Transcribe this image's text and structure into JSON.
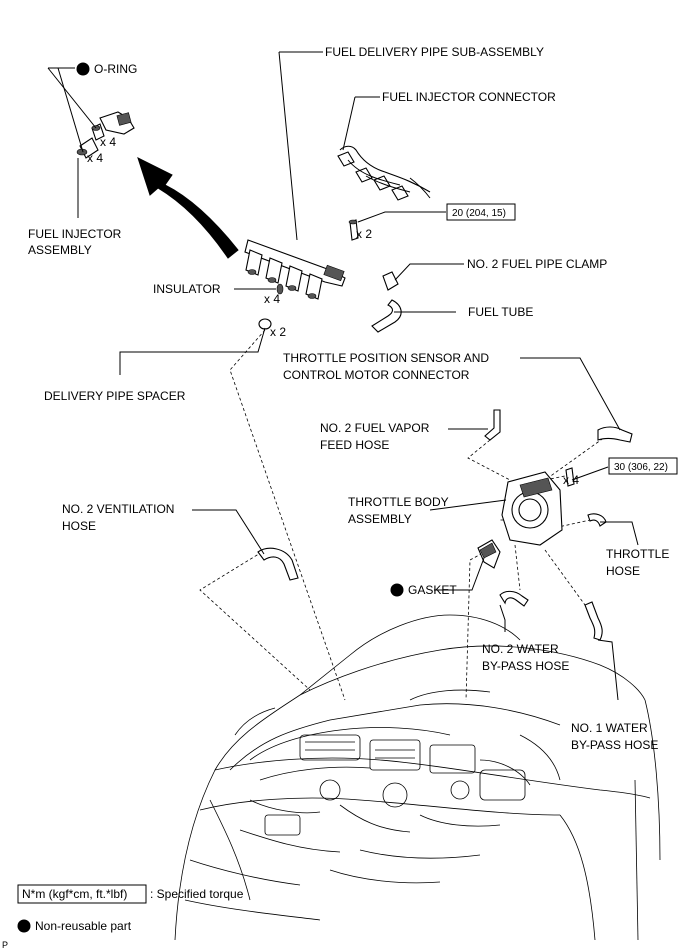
{
  "labels": {
    "o_ring": "O-RING",
    "fuel_delivery_pipe": "FUEL DELIVERY PIPE SUB-ASSEMBLY",
    "fuel_injector_connector": "FUEL INJECTOR CONNECTOR",
    "fuel_injector_assembly_1": "FUEL INJECTOR",
    "fuel_injector_assembly_2": "ASSEMBLY",
    "no2_fuel_pipe_clamp": "NO. 2 FUEL PIPE CLAMP",
    "insulator": "INSULATOR",
    "fuel_tube": "FUEL TUBE",
    "delivery_pipe_spacer": "DELIVERY PIPE SPACER",
    "tps_connector_1": "THROTTLE POSITION SENSOR AND",
    "tps_connector_2": "CONTROL MOTOR CONNECTOR",
    "vapor_hose_1": "NO. 2 FUEL VAPOR",
    "vapor_hose_2": "FEED HOSE",
    "vent_hose_1": "NO. 2 VENTILATION",
    "vent_hose_2": "HOSE",
    "throttle_body_1": "THROTTLE BODY",
    "throttle_body_2": "ASSEMBLY",
    "throttle_hose_1": "THROTTLE",
    "throttle_hose_2": "HOSE",
    "gasket": "GASKET",
    "no2_water_1": "NO. 2 WATER",
    "no2_water_2": "BY-PASS HOSE",
    "no1_water_1": "NO. 1 WATER",
    "no1_water_2": "BY-PASS HOSE"
  },
  "quantities": {
    "oring_x4": "x 4",
    "injector_x4": "x 4",
    "bolt_x2": "x 2",
    "insulator_x4": "x 4",
    "spacer_x2": "x 2",
    "tb_bolt_x4": "x 4"
  },
  "torques": {
    "delivery_pipe": "20 (204, 15)",
    "throttle_body": "30 (306, 22)"
  },
  "legend": {
    "torque_symbol": "N*m (kgf*cm, ft.*lbf)",
    "torque_text": ": Specified torque",
    "nonreusable_text": "Non-reusable part"
  },
  "corner_mark": "P"
}
